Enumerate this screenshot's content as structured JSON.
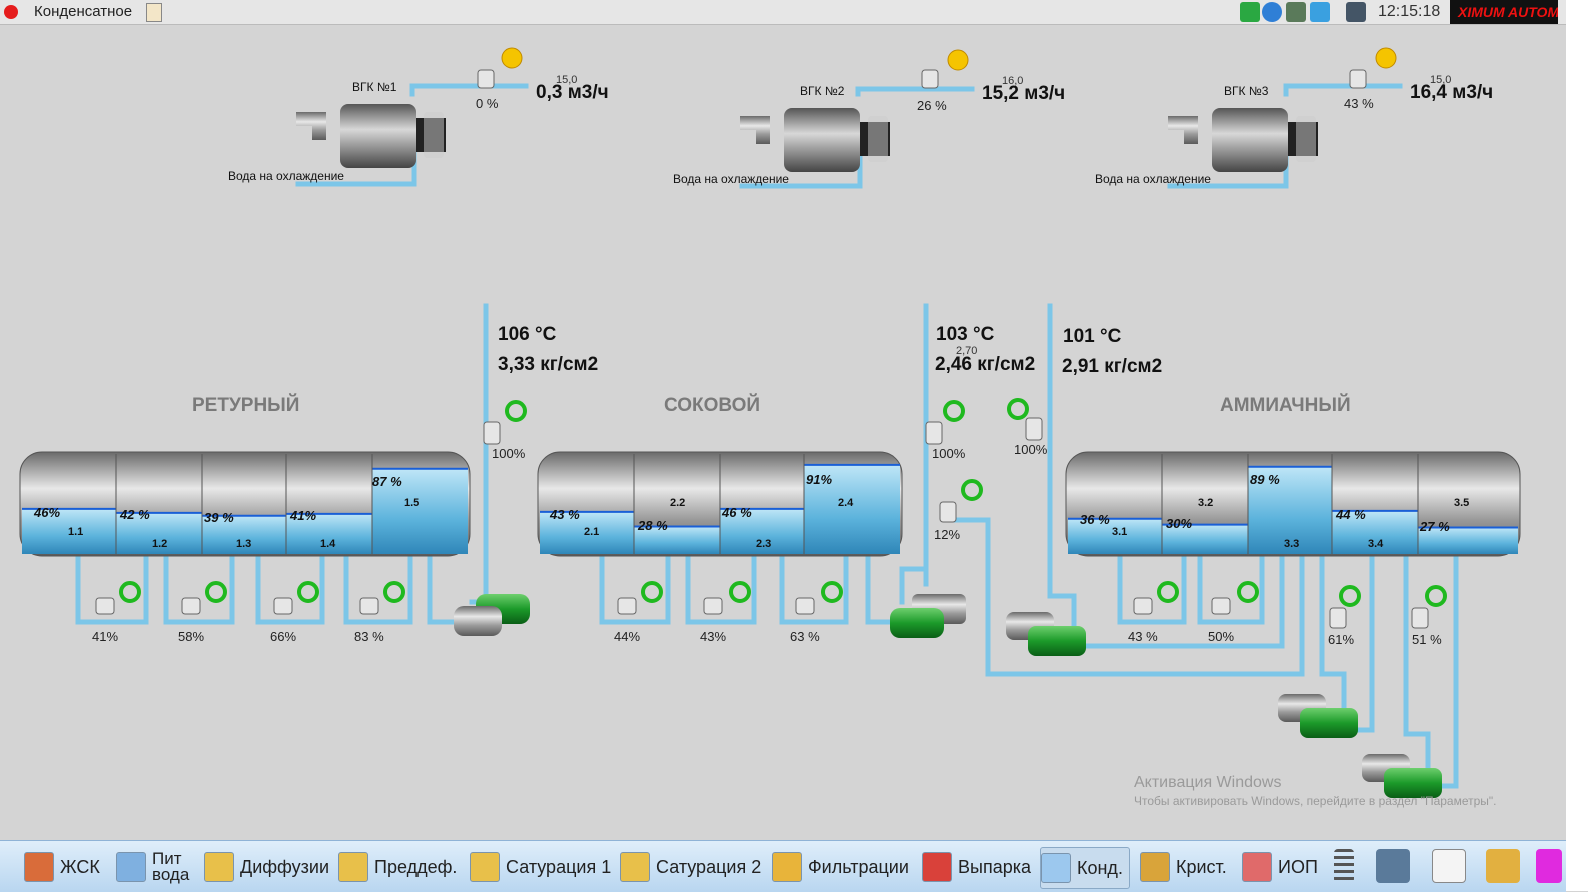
{
  "window": {
    "title": "Конденсатное",
    "clock": "12:15:18",
    "logo": "XIMUM AUTOMATION"
  },
  "tray_icons": [
    "add-icon",
    "chat-icon",
    "network-icon",
    "telegram-icon",
    "user-icon"
  ],
  "vgk": [
    {
      "label": "ВГК №1",
      "water_label": "Вода на охлаждение",
      "valve_pct": "0 %",
      "setpoint": "15,0",
      "flow": "0,3 м3/ч"
    },
    {
      "label": "ВГК №2",
      "water_label": "Вода на охлаждение",
      "valve_pct": "26 %",
      "setpoint": "16,0",
      "flow": "15,2 м3/ч"
    },
    {
      "label": "ВГК №3",
      "water_label": "Вода на охлаждение",
      "valve_pct": "43 %",
      "setpoint": "15,0",
      "flow": "16,4 м3/ч"
    }
  ],
  "sections": [
    {
      "name": "РЕТУРНЫЙ",
      "temp": "106 °C",
      "pressure": "3,33 кг/см2",
      "steam_valve_pct": "100%",
      "tanks": [
        {
          "id": "1.1",
          "pct": "46%",
          "level": 0.46
        },
        {
          "id": "1.2",
          "pct": "42 %",
          "level": 0.42
        },
        {
          "id": "1.3",
          "pct": "39 %",
          "level": 0.39
        },
        {
          "id": "1.4",
          "pct": "41%",
          "level": 0.41
        },
        {
          "id": "1.5",
          "pct": "87 %",
          "level": 0.87
        }
      ],
      "outlet_valves": [
        "41%",
        "58%",
        "66%",
        "83 %"
      ]
    },
    {
      "name": "СОКОВОЙ",
      "temp": "103 °C",
      "pressure": "2,46 кг/см2",
      "setpoint": "2,70",
      "steam_valve_pct": "100%",
      "extra_valve_pct": "12%",
      "tanks": [
        {
          "id": "2.1",
          "pct": "43 %",
          "level": 0.43
        },
        {
          "id": "2.2",
          "pct": "28 %",
          "level": 0.28
        },
        {
          "id": "2.3",
          "pct": "46 %",
          "level": 0.46
        },
        {
          "id": "2.4",
          "pct": "91%",
          "level": 0.91
        }
      ],
      "outlet_valves": [
        "44%",
        "43%",
        "63 %"
      ]
    },
    {
      "name": "АММИАЧНЫЙ",
      "temp": "101 °C",
      "pressure": "2,91 кг/см2",
      "steam_valve_pct": "100%",
      "tanks": [
        {
          "id": "3.1",
          "pct": "36 %",
          "level": 0.36
        },
        {
          "id": "3.2",
          "pct": "30%",
          "level": 0.3
        },
        {
          "id": "3.3",
          "pct": "89 %",
          "level": 0.89
        },
        {
          "id": "3.4",
          "pct": "44 %",
          "level": 0.44
        },
        {
          "id": "3.5",
          "pct": "27 %",
          "level": 0.27
        }
      ],
      "outlet_valves": [
        "43 %",
        "50%",
        "61%",
        "51 %"
      ]
    }
  ],
  "watermark": {
    "line1": "Активация Windows",
    "line2": "Чтобы активировать Windows, перейдите в раздел \"Параметры\"."
  },
  "taskbar": [
    {
      "label": "ЖСК",
      "icon": "factory-icon",
      "color": "#d96c3a"
    },
    {
      "label": "Пит вода",
      "icon": "water-icon",
      "color": "#7fb0e0"
    },
    {
      "label": "Диффузии",
      "icon": "diffusion-icon",
      "color": "#e8c04a"
    },
    {
      "label": "Преддеф.",
      "icon": "predef-icon",
      "color": "#e8c04a"
    },
    {
      "label": "Сатурация 1",
      "icon": "saturation-icon",
      "color": "#e8c04a"
    },
    {
      "label": "Сатурация 2",
      "icon": "saturation2-icon",
      "color": "#e8c04a"
    },
    {
      "label": "Фильтрации",
      "icon": "filter-icon",
      "color": "#e8b43a"
    },
    {
      "label": "Выпарка",
      "icon": "evaporation-icon",
      "color": "#d9413a"
    },
    {
      "label": "Конд.",
      "icon": "condensate-icon",
      "color": "#9cc8ee"
    },
    {
      "label": "Крист.",
      "icon": "crystal-icon",
      "color": "#d9a43a"
    },
    {
      "label": "ИОП",
      "icon": "iop-icon",
      "color": "#e06a6a"
    }
  ]
}
